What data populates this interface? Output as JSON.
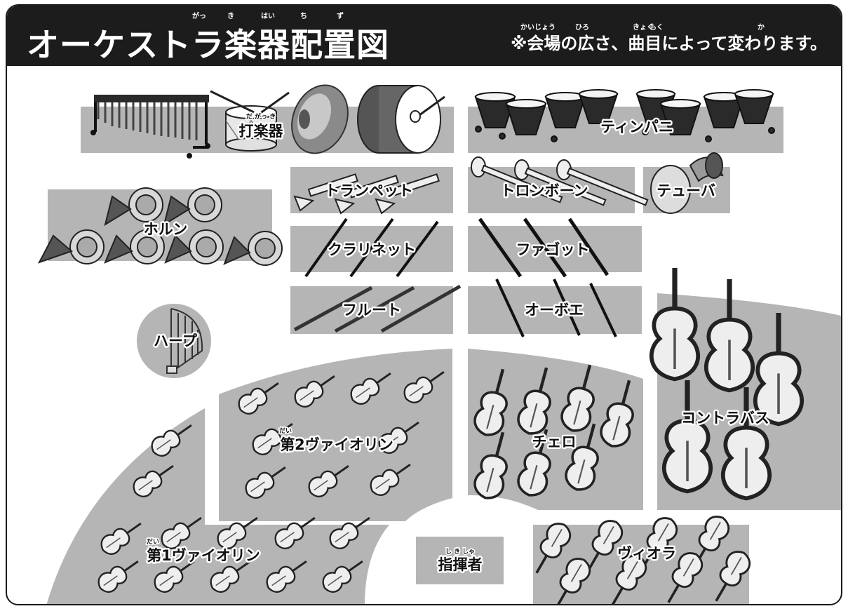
{
  "header": {
    "title": "オーケストラ楽器配置図",
    "title_ruby": [
      "がっ",
      "き",
      "はい",
      "ち",
      "ず"
    ],
    "note": "※会場の広さ、曲目によって変わります。",
    "note_ruby": [
      "かい",
      "じょう",
      "ひろ",
      "きょく",
      "もく",
      "か"
    ]
  },
  "sections": {
    "percussion": {
      "label": "打楽器",
      "ruby": "だ がっ き"
    },
    "timpani": {
      "label": "ティンパニ"
    },
    "horn": {
      "label": "ホルン"
    },
    "trumpet": {
      "label": "トランペット"
    },
    "trombone": {
      "label": "トロンボーン"
    },
    "tuba": {
      "label": "テューバ"
    },
    "clarinet": {
      "label": "クラリネット"
    },
    "bassoon": {
      "label": "ファゴット"
    },
    "flute": {
      "label": "フルート"
    },
    "oboe": {
      "label": "オーボエ"
    },
    "harp": {
      "label": "ハープ"
    },
    "violin2": {
      "label": "第2ヴァイオリン",
      "ruby": "だい"
    },
    "cello": {
      "label": "チェロ"
    },
    "contrabass": {
      "label": "コントラバス"
    },
    "violin1": {
      "label": "第1ヴァイオリン",
      "ruby": "だい"
    },
    "conductor": {
      "label": "指揮者",
      "ruby": "し き しゃ"
    },
    "viola": {
      "label": "ヴィオラ"
    }
  },
  "colors": {
    "header": "#1c1c1c",
    "area": "#b5b5b5",
    "border": "#1a1a1a"
  }
}
